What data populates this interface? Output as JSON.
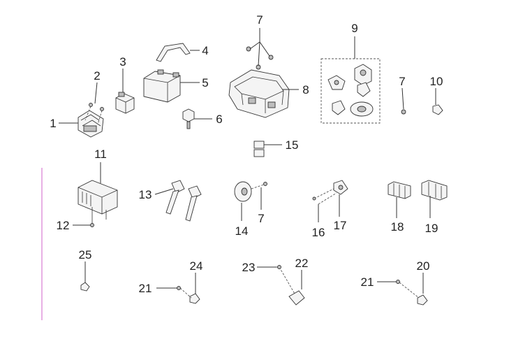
{
  "callouts": [
    "1",
    "2",
    "3",
    "4",
    "5",
    "6",
    "7",
    "8",
    "9",
    "7",
    "10",
    "11",
    "12",
    "13",
    "14",
    "7",
    "15",
    "16",
    "17",
    "18",
    "19",
    "20",
    "21",
    "21",
    "22",
    "23",
    "24",
    "25"
  ]
}
